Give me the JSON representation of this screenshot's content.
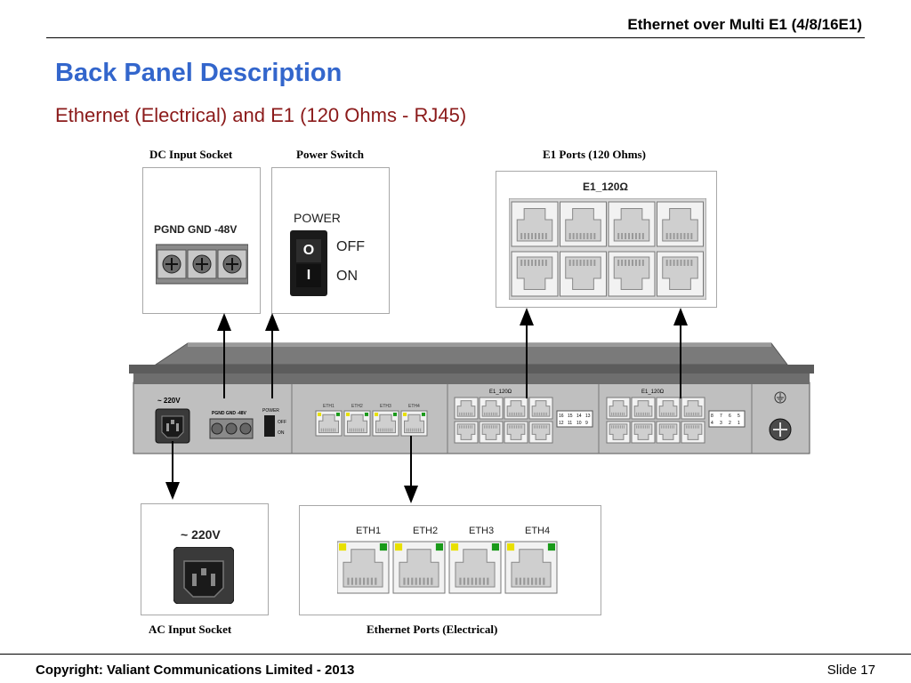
{
  "header": {
    "slide_title": "Ethernet over Multi E1 (4/8/16E1)"
  },
  "main": {
    "title": "Back Panel Description",
    "subtitle": "Ethernet (Electrical) and E1 (120 Ohms - RJ45)"
  },
  "diagram": {
    "dc_caption": "DC Input Socket",
    "power_caption": "Power Switch",
    "e1_caption": "E1 Ports (120 Ohms)",
    "ac_caption": "AC Input Socket",
    "eth_caption": "Ethernet Ports (Electrical)",
    "dc_terminals": "PGND GND -48V",
    "power_label": "POWER",
    "off_label": "OFF",
    "on_label": "ON",
    "switch_top": "O",
    "switch_bottom": "I",
    "e1_label": "E1_120Ω",
    "ac_label": "~ 220V",
    "eth_ports": [
      "ETH1",
      "ETH2",
      "ETH3",
      "ETH4"
    ],
    "panel_ac_label": "~ 220V",
    "panel_dc_label": "PGND GND -48V",
    "panel_power_label": "POWER",
    "panel_off_label": "OFF",
    "panel_on_label": "ON",
    "panel_eth_ports": [
      "ETH1",
      "ETH2",
      "ETH3",
      "ETH4"
    ],
    "panel_e1_label_a": "E1_120Ω",
    "panel_e1_label_b": "E1_120Ω",
    "panel_e1_nums_a_top": [
      "16",
      "15",
      "14",
      "13"
    ],
    "panel_e1_nums_a_bottom": [
      "12",
      "11",
      "10",
      "9"
    ],
    "panel_e1_nums_b_top": [
      "8",
      "7",
      "6",
      "5"
    ],
    "panel_e1_nums_b_bottom": [
      "4",
      "3",
      "2",
      "1"
    ]
  },
  "footer": {
    "copyright": "Copyright: Valiant Communications Limited - 2013",
    "slide_number": "Slide 17"
  },
  "colors": {
    "title": "#3366cc",
    "subtitle": "#8b1a1a",
    "led_yellow": "#e8e000",
    "led_green": "#1a9a1a"
  }
}
